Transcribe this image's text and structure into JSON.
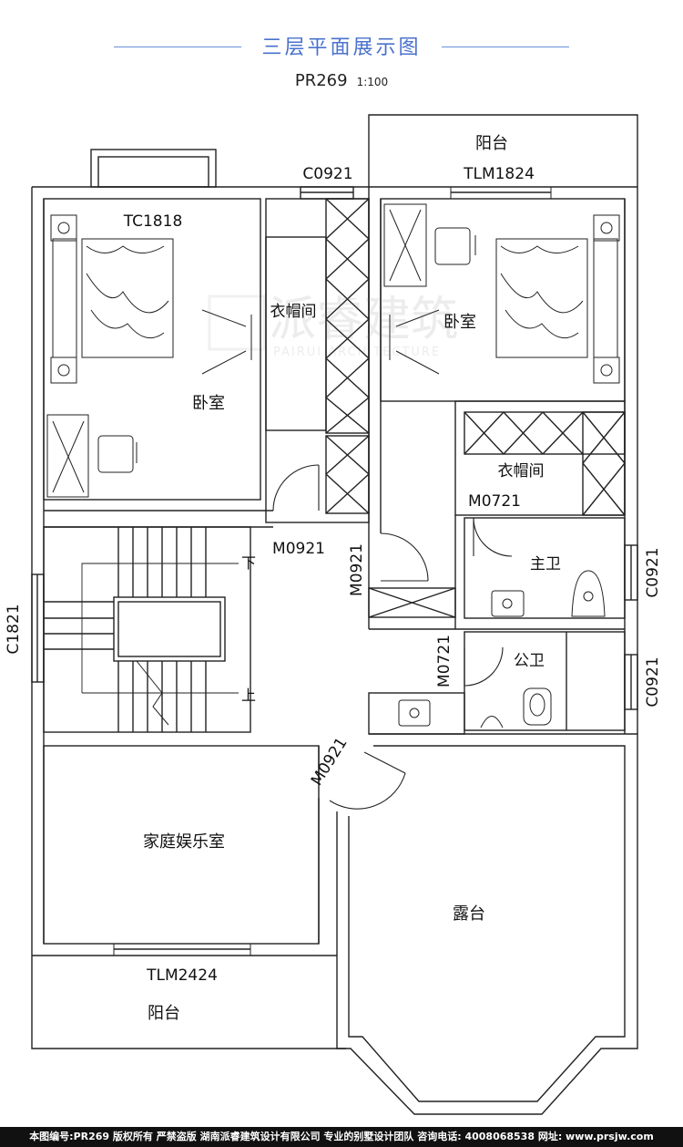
{
  "header": {
    "title": "三层平面展示图",
    "plan_code": "PR269",
    "scale": "1:100"
  },
  "rooms": {
    "bedroom_left": "卧室",
    "closet_left": "衣帽间",
    "bedroom_right": "卧室",
    "closet_right": "衣帽间",
    "master_bath": "主卫",
    "public_bath": "公卫",
    "family_room": "家庭娱乐室",
    "terrace": "露台",
    "balcony_top": "阳台",
    "balcony_bottom": "阳台"
  },
  "labels": {
    "c0921_top": "C0921",
    "tlm1824": "TLM1824",
    "tc1818": "TC1818",
    "m0921_a": "M0921",
    "m0921_b": "M0921",
    "m0921_c": "M0921",
    "m0721_a": "M0721",
    "m0721_b": "M0721",
    "c1821": "C1821",
    "c0921_right_a": "C0921",
    "c0921_right_b": "C0921",
    "tlm2424": "TLM2424",
    "stair_down": "下",
    "stair_up": "上"
  },
  "watermark": {
    "cn": "派睿建筑",
    "en": "PAIRUI ARCHITECTURE"
  },
  "footer": {
    "text": "本图编号:PR269 版权所有 严禁盗版 湖南派睿建筑设计有限公司 专业的别墅设计团队 咨询电话: 4008068538 网址: www.prsjw.com"
  }
}
